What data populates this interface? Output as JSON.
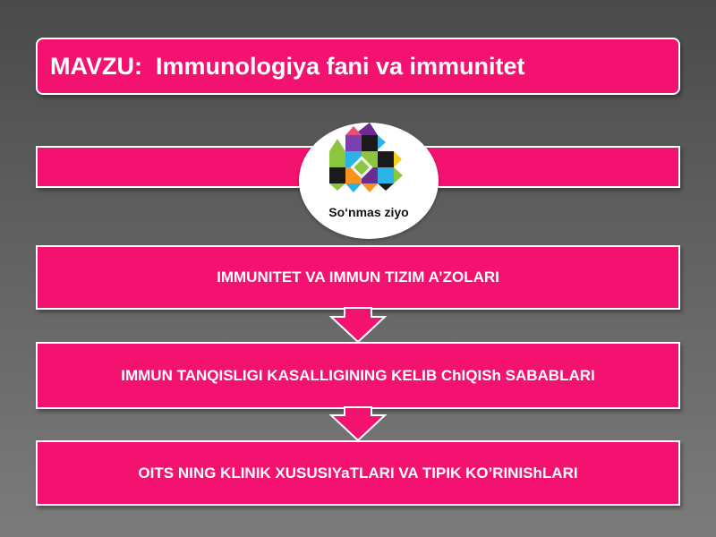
{
  "slide": {
    "title": "MAVZU:  Immunologiya fani va immunitet",
    "logo_text": "So‘nmas ziyo",
    "steps": [
      "IMMUNITET VA IMMUN TIZIM A’ZOLARI",
      "IMMUN TANQISLIGI KASALLIGINING KELIB ChIQISh SABABLARI",
      "OITS NING KLINIK XUSUSIYaTLARI VA TIPIK KO’RINIShLARI"
    ]
  },
  "colors": {
    "accent": "#f3126f",
    "border": "#ffffff",
    "background": "#5a5a5a"
  },
  "icons": [
    "logo-mosaic-icon",
    "down-arrow-icon"
  ]
}
